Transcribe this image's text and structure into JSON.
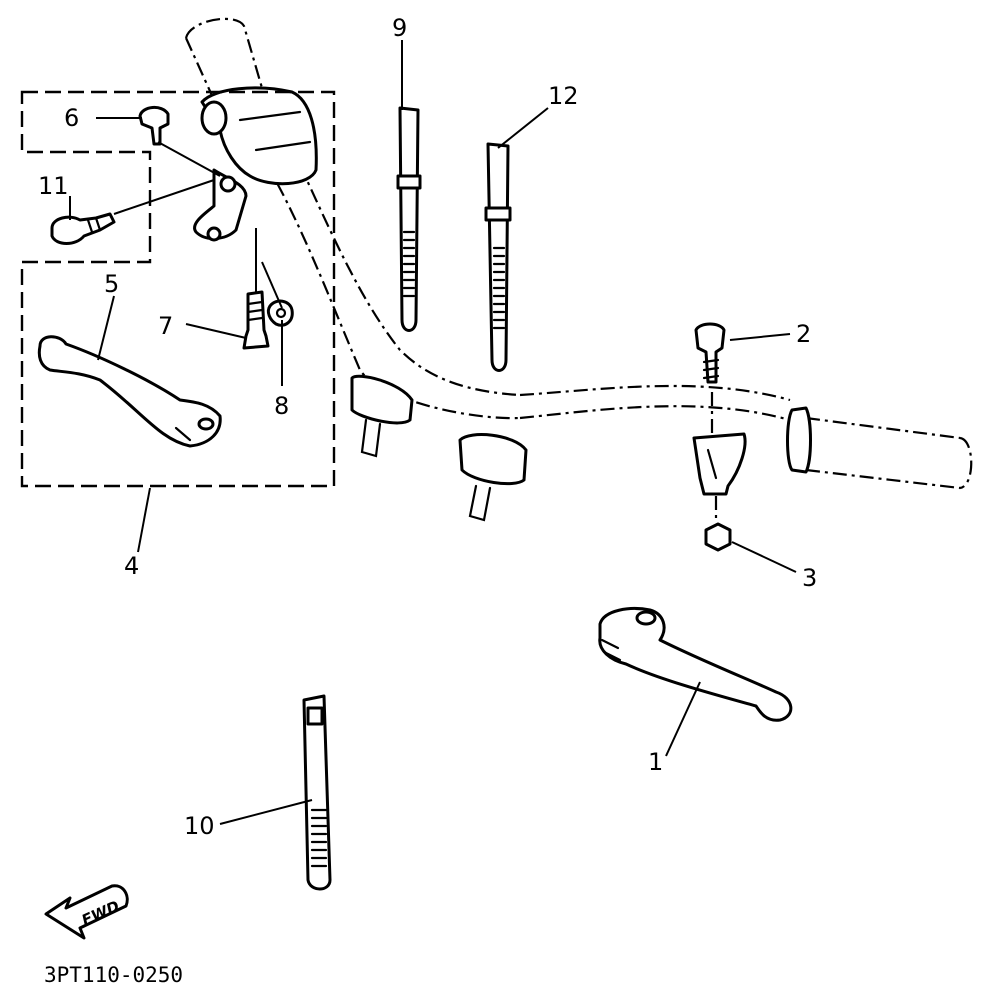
{
  "callouts": {
    "c1": "1",
    "c2": "2",
    "c3": "3",
    "c4": "4",
    "c5": "5",
    "c6": "6",
    "c7": "7",
    "c8": "8",
    "c9": "9",
    "c10": "10",
    "c11": "11",
    "c12": "12"
  },
  "fwd_label": "FWD",
  "diagram_code": "3PT110-0250"
}
